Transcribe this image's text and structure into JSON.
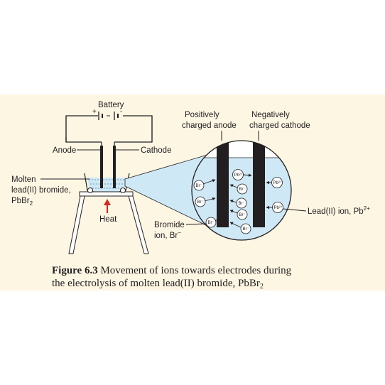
{
  "labels": {
    "battery": "Battery",
    "battery_plus": "+",
    "battery_minus": "-",
    "anode": "Anode",
    "cathode": "Cathode",
    "molten_line1": "Molten",
    "molten_line2": "lead(II) bromide,",
    "molten_line3": "PbBr",
    "molten_sub": "2",
    "heat": "Heat",
    "positively_line1": "Positively",
    "positively_line2": "charged anode",
    "negatively_line1": "Negatively",
    "negatively_line2": "charged cathode",
    "bromide_line1": "Bromide",
    "bromide_line2": "ion, Br",
    "bromide_sup": "−",
    "lead_ion": "Lead(II) ion, Pb",
    "lead_ion_sup": "2+"
  },
  "ions": {
    "br": "Br⁻",
    "pb": "Pb²⁺"
  },
  "caption": {
    "figure": "Figure 6.3",
    "line1": " Movement of ions towards electrodes during",
    "line2": "the electrolysis of molten lead(II) bromide, PbBr",
    "line2_sub": "2"
  },
  "colors": {
    "background": "#fdf6e3",
    "electrolyte": "#cfe8f6",
    "electrode": "#231f20",
    "heat_arrow": "#d7261e",
    "tripod": "#ffffff",
    "ion_fill": "#ffffff"
  }
}
